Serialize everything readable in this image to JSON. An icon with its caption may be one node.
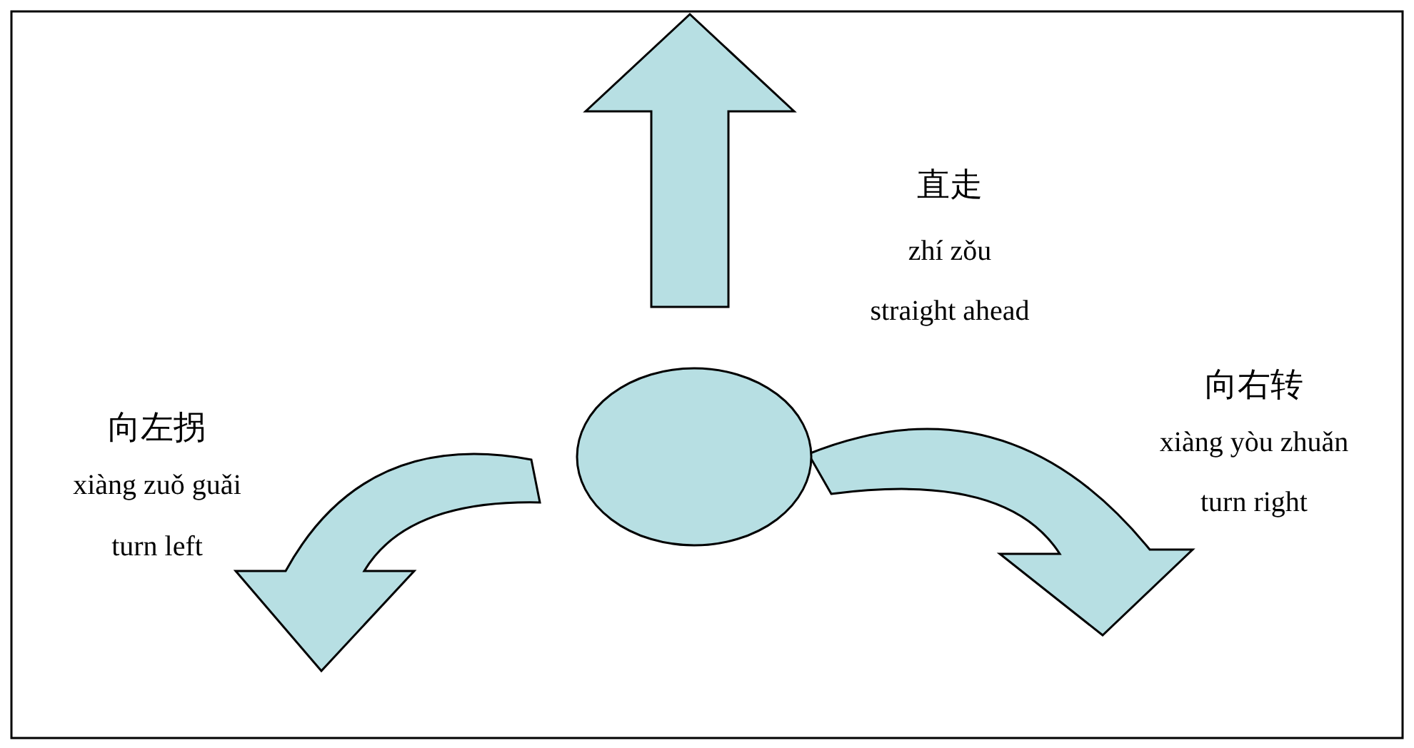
{
  "diagram": {
    "nodes": [
      {
        "text": [],
        "shape": "circle"
      }
    ],
    "labels": [
      "直走",
      "zhí zǒu",
      "straight ahead",
      "向右转",
      "xiàng yòu zhuǎn",
      "turn right",
      "向左拐",
      "xiàng zuǒ guǎi",
      "turn left"
    ]
  }
}
